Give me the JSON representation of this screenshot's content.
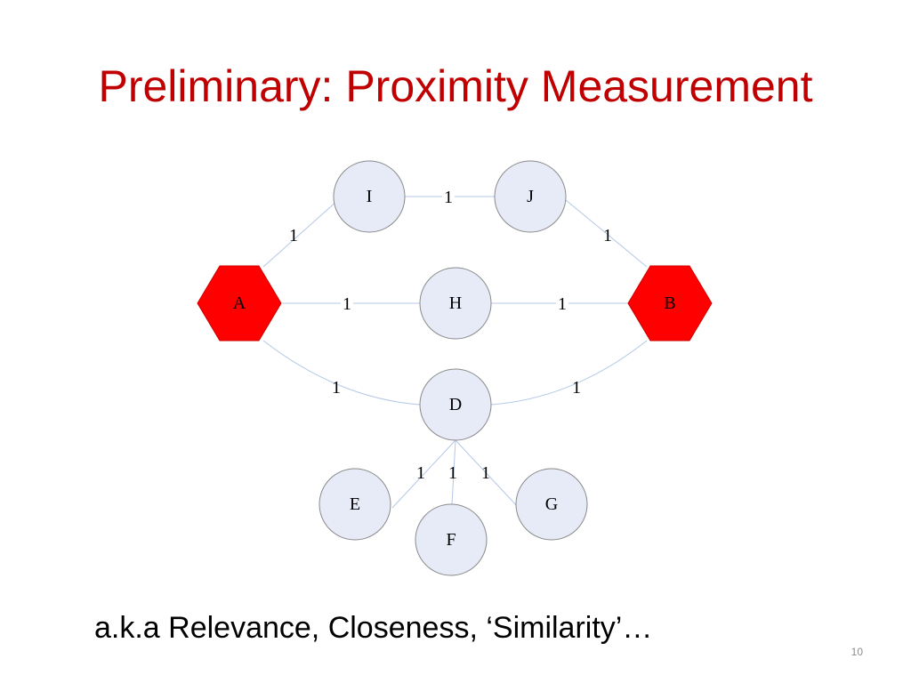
{
  "slide": {
    "title": "Preliminary: Proximity Measurement",
    "caption": "a.k.a Relevance, Closeness, ‘Similarity’…",
    "page_number": "10"
  },
  "graph": {
    "colors": {
      "query_node_fill": "#ff0000",
      "node_fill": "#e6ebf7",
      "node_stroke": "#8a8a8a",
      "edge_stroke": "#b4c7e7"
    },
    "nodes": [
      {
        "id": "I",
        "label": "I",
        "shape": "circle",
        "role": "node"
      },
      {
        "id": "J",
        "label": "J",
        "shape": "circle",
        "role": "node"
      },
      {
        "id": "A",
        "label": "A",
        "shape": "hexagon",
        "role": "query"
      },
      {
        "id": "H",
        "label": "H",
        "shape": "circle",
        "role": "node"
      },
      {
        "id": "B",
        "label": "B",
        "shape": "hexagon",
        "role": "query"
      },
      {
        "id": "D",
        "label": "D",
        "shape": "circle",
        "role": "node"
      },
      {
        "id": "E",
        "label": "E",
        "shape": "circle",
        "role": "node"
      },
      {
        "id": "F",
        "label": "F",
        "shape": "circle",
        "role": "node"
      },
      {
        "id": "G",
        "label": "G",
        "shape": "circle",
        "role": "node"
      }
    ],
    "edges": [
      {
        "id": "A-I",
        "source": "A",
        "target": "I",
        "weight": "1"
      },
      {
        "id": "I-J",
        "source": "I",
        "target": "J",
        "weight": "1"
      },
      {
        "id": "J-B",
        "source": "J",
        "target": "B",
        "weight": "1"
      },
      {
        "id": "A-H",
        "source": "A",
        "target": "H",
        "weight": "1"
      },
      {
        "id": "H-B",
        "source": "H",
        "target": "B",
        "weight": "1"
      },
      {
        "id": "A-D",
        "source": "A",
        "target": "D",
        "weight": "1"
      },
      {
        "id": "D-B",
        "source": "D",
        "target": "B",
        "weight": "1"
      },
      {
        "id": "D-E",
        "source": "D",
        "target": "E",
        "weight": "1"
      },
      {
        "id": "D-F",
        "source": "D",
        "target": "F",
        "weight": "1"
      },
      {
        "id": "D-G",
        "source": "D",
        "target": "G",
        "weight": "1"
      }
    ]
  }
}
